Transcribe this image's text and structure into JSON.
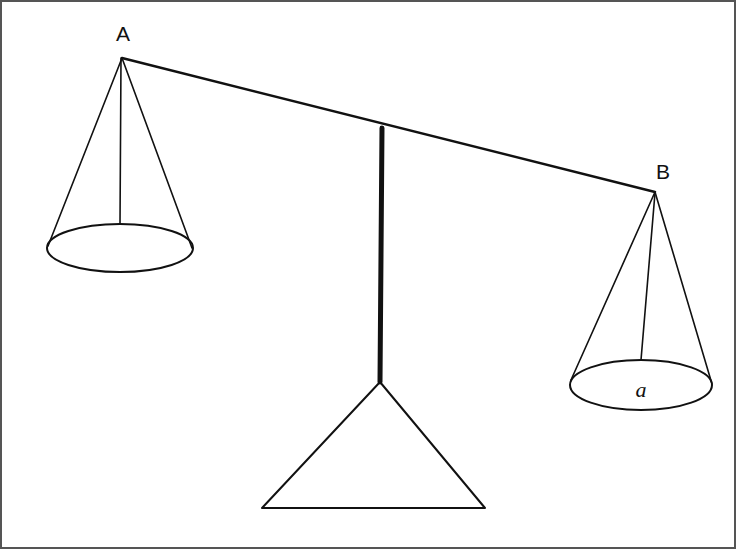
{
  "diagram": {
    "labels": [
      "A",
      "B",
      "a"
    ]
  }
}
